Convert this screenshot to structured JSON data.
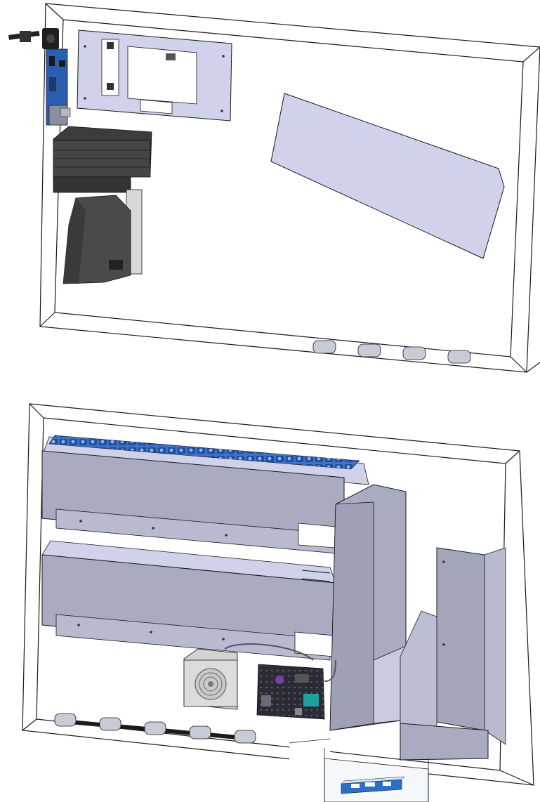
{
  "figure": {
    "views": [
      {
        "id": "top",
        "components": [
          "fuse-holder",
          "control-board",
          "display-panel",
          "power-supply",
          "coin-mechanism",
          "window-panel",
          "cable-clips"
        ]
      },
      {
        "id": "bottom",
        "components": [
          "product-trays",
          "product-chute",
          "collection-bin",
          "fan-unit",
          "pcb-controller",
          "delivery-box",
          "product-package"
        ]
      }
    ],
    "label": "",
    "colors": {
      "outline": "#1a1a1a",
      "panel": "#cfd2ea",
      "tray": "#a9abc0",
      "dark": "#3c3c3c",
      "blue": "#2a5fb0",
      "pcb": "#2b2b35"
    }
  }
}
